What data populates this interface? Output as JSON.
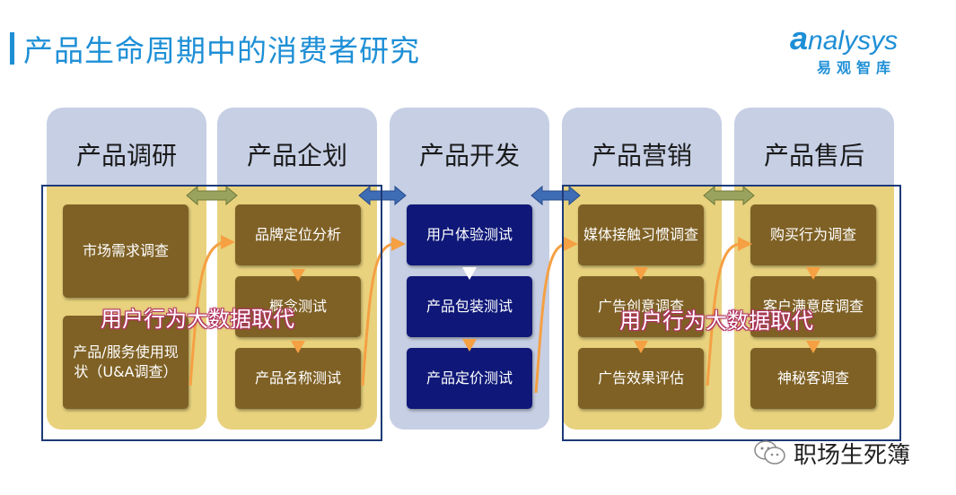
{
  "title": "产品生命周期中的消费者研究",
  "logo": {
    "word_initial": "a",
    "word_rest": "nalysys",
    "cn": "易观智库"
  },
  "stages": [
    {
      "label": "产品调研",
      "items": [
        "市场需求调查",
        "产品/服务使用现状（U&A调查）"
      ]
    },
    {
      "label": "产品企划",
      "items": [
        "品牌定位分析",
        "概念测试",
        "产品名称测试"
      ]
    },
    {
      "label": "产品开发",
      "items": [
        "用户体验测试",
        "产品包装测试",
        "产品定价测试"
      ]
    },
    {
      "label": "产品营销",
      "items": [
        "媒体接触习惯调查",
        "广告创意调查",
        "广告效果评估"
      ]
    },
    {
      "label": "产品售后",
      "items": [
        "购买行为调查",
        "客户满意度调查",
        "神秘客调查"
      ]
    }
  ],
  "overlays": {
    "left": "用户行为大数据取代",
    "right": "用户行为大数据取代"
  },
  "watermark": {
    "text": "职场生死簿",
    "icon": "wechat-icon"
  },
  "colors": {
    "accent": "#1e8fd6",
    "brown_box": "#7f6125",
    "navy_box": "#0f1878",
    "gold_fill": "#e8d27e",
    "column_bg": "#c6cfe4",
    "orange_arrow": "#f5a043",
    "overlay_outline": "#b03060"
  }
}
